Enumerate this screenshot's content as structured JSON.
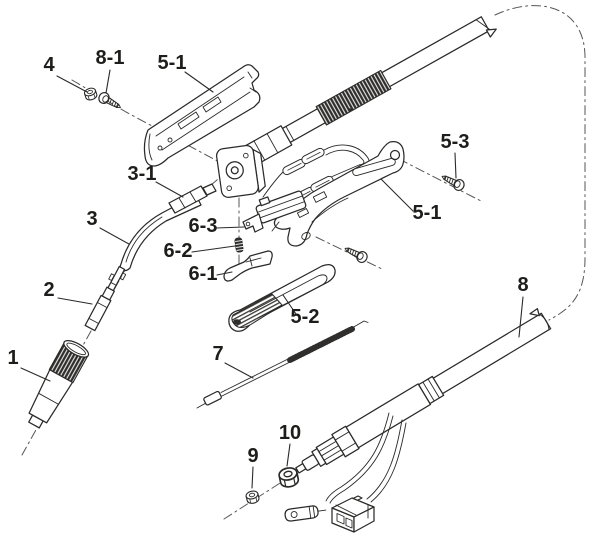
{
  "diagram": {
    "kind": "exploded-parts-diagram",
    "subject": "welding torch assembly",
    "background": "#ffffff",
    "line_color": "#2b2a29",
    "label_color": "#1d1d1b",
    "labels": [
      {
        "id": "part-4",
        "text": "4"
      },
      {
        "id": "part-8-1",
        "text": "8-1"
      },
      {
        "id": "part-5-1-top",
        "text": "5-1"
      },
      {
        "id": "part-5-3",
        "text": "5-3"
      },
      {
        "id": "part-5-1-right",
        "text": "5-1"
      },
      {
        "id": "part-3-1",
        "text": "3-1"
      },
      {
        "id": "part-3",
        "text": "3"
      },
      {
        "id": "part-2",
        "text": "2"
      },
      {
        "id": "part-1",
        "text": "1"
      },
      {
        "id": "part-6-3",
        "text": "6-3"
      },
      {
        "id": "part-6-2",
        "text": "6-2"
      },
      {
        "id": "part-6-1",
        "text": "6-1"
      },
      {
        "id": "part-5-2",
        "text": "5-2"
      },
      {
        "id": "part-7",
        "text": "7"
      },
      {
        "id": "part-8",
        "text": "8"
      },
      {
        "id": "part-9",
        "text": "9"
      },
      {
        "id": "part-10",
        "text": "10"
      }
    ]
  }
}
